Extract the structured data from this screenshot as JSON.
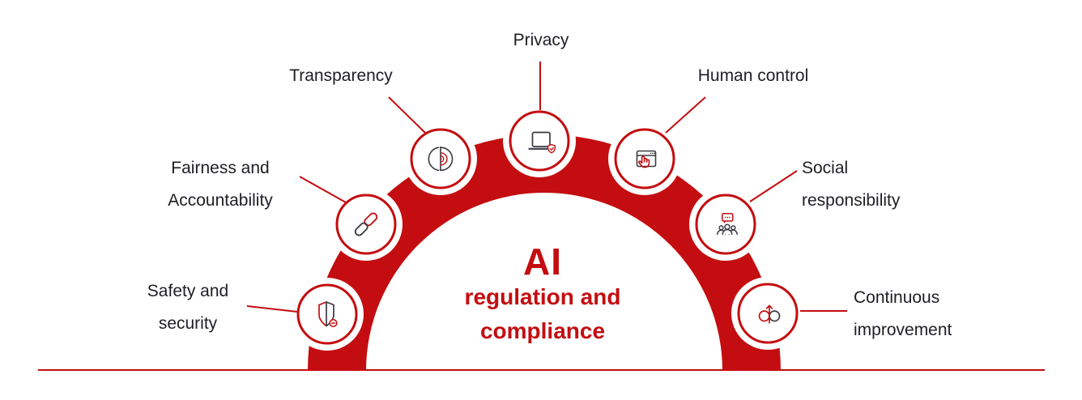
{
  "diagram": {
    "description": "Arch infographic listing principles of AI regulation and compliance"
  },
  "colors": {
    "red": "#C40D10",
    "dark": "#1E1E26",
    "icon_dark": "#3A3A42",
    "white": "#FFFFFF"
  },
  "title": {
    "line1": "AI",
    "line2": "regulation and",
    "line3": "compliance"
  },
  "items": [
    {
      "id": "safety-security",
      "icon": "shield-security-icon",
      "lines": [
        "Safety and",
        "security"
      ]
    },
    {
      "id": "fairness-accountability",
      "icon": "chain-link-icon",
      "lines": [
        "Fairness and",
        "Accountability"
      ]
    },
    {
      "id": "transparency",
      "icon": "radar-transparency-icon",
      "lines": [
        "Transparency"
      ]
    },
    {
      "id": "privacy",
      "icon": "laptop-shield-icon",
      "lines": [
        "Privacy"
      ]
    },
    {
      "id": "human-control",
      "icon": "browser-hand-icon",
      "lines": [
        "Human control"
      ]
    },
    {
      "id": "social-responsibility",
      "icon": "people-chat-icon",
      "lines": [
        "Social",
        "responsibility"
      ]
    },
    {
      "id": "continuous-improvement",
      "icon": "infinity-arrow-icon",
      "lines": [
        "Continuous",
        "improvement"
      ]
    }
  ]
}
